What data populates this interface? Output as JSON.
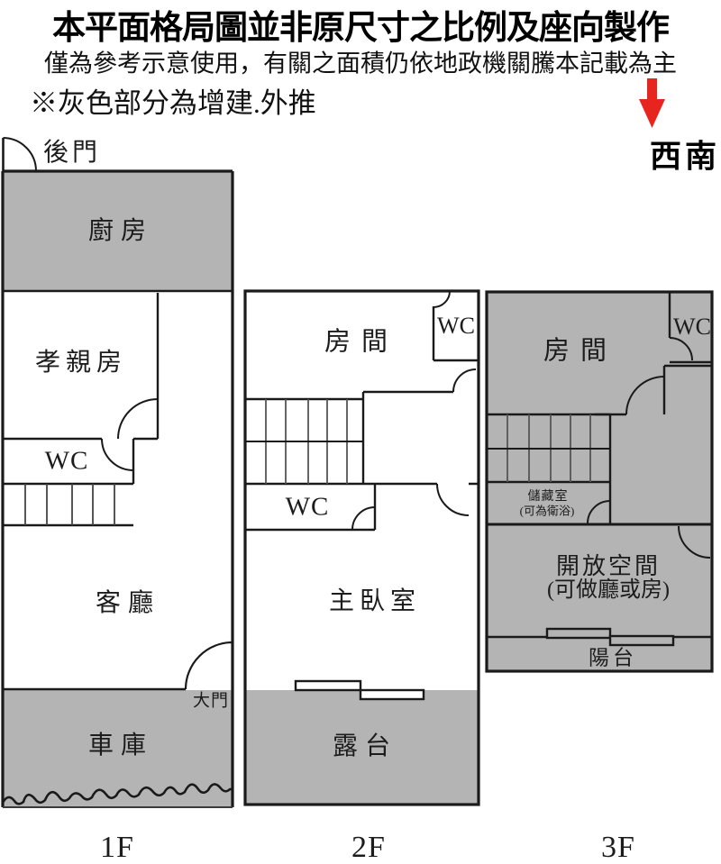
{
  "header": {
    "title": "本平面格局圖並非原尺寸之比例及座向製作",
    "subtitle": "僅為參考示意使用，有關之面積仍依地政機關騰本記載為主",
    "note": "※灰色部分為增建.外推",
    "compass": "西南"
  },
  "legend_colors": {
    "addition_gray": "#b4b4b4",
    "wall_black": "#1a1a1a",
    "compass_arrow_red": "#e8241f"
  },
  "floors": [
    {
      "label": "1F",
      "rooms": {
        "back_door": "後門",
        "kitchen": "廚房",
        "parents_room": "孝親房",
        "wc": "WC",
        "living_room": "客廳",
        "main_door": "大門",
        "garage": "車庫"
      }
    },
    {
      "label": "2F",
      "rooms": {
        "room": "房間",
        "wc_top": "WC",
        "wc_bottom": "WC",
        "master_bedroom": "主臥室",
        "terrace": "露台"
      }
    },
    {
      "label": "3F",
      "rooms": {
        "room": "房間",
        "wc": "WC",
        "storage": "儲藏室",
        "storage_sub": "(可為衛浴)",
        "open_space": "開放空間",
        "open_space_sub": "(可做廳或房)",
        "balcony": "陽台"
      }
    }
  ]
}
